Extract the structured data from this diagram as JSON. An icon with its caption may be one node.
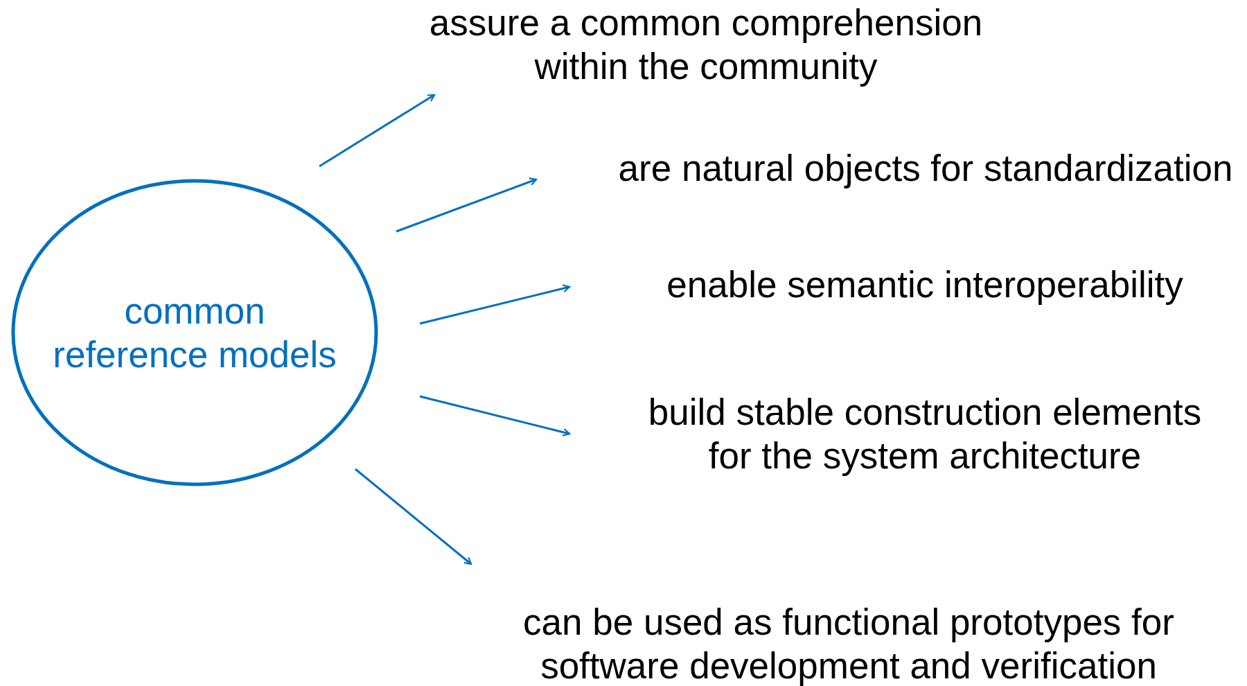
{
  "diagram": {
    "nodes": [
      {
        "text": [
          "common reference models"
        ]
      },
      {
        "text": [
          "assure a common comprehension within the community"
        ]
      },
      {
        "text": [
          "are natural objects for standardization"
        ]
      },
      {
        "text": [
          "enable semantic interoperability"
        ]
      },
      {
        "text": [
          "build stable construction elements for the system architecture"
        ]
      },
      {
        "text": [
          "can be used as functional prototypes for software development and verification"
        ]
      }
    ],
    "edges": [
      {
        "from": 0,
        "to": 1,
        "arrow": "to"
      },
      {
        "from": 0,
        "to": 2,
        "arrow": "to"
      },
      {
        "from": 0,
        "to": 3,
        "arrow": "to"
      },
      {
        "from": 0,
        "to": 4,
        "arrow": "to"
      },
      {
        "from": 0,
        "to": 5,
        "arrow": "to"
      }
    ]
  }
}
